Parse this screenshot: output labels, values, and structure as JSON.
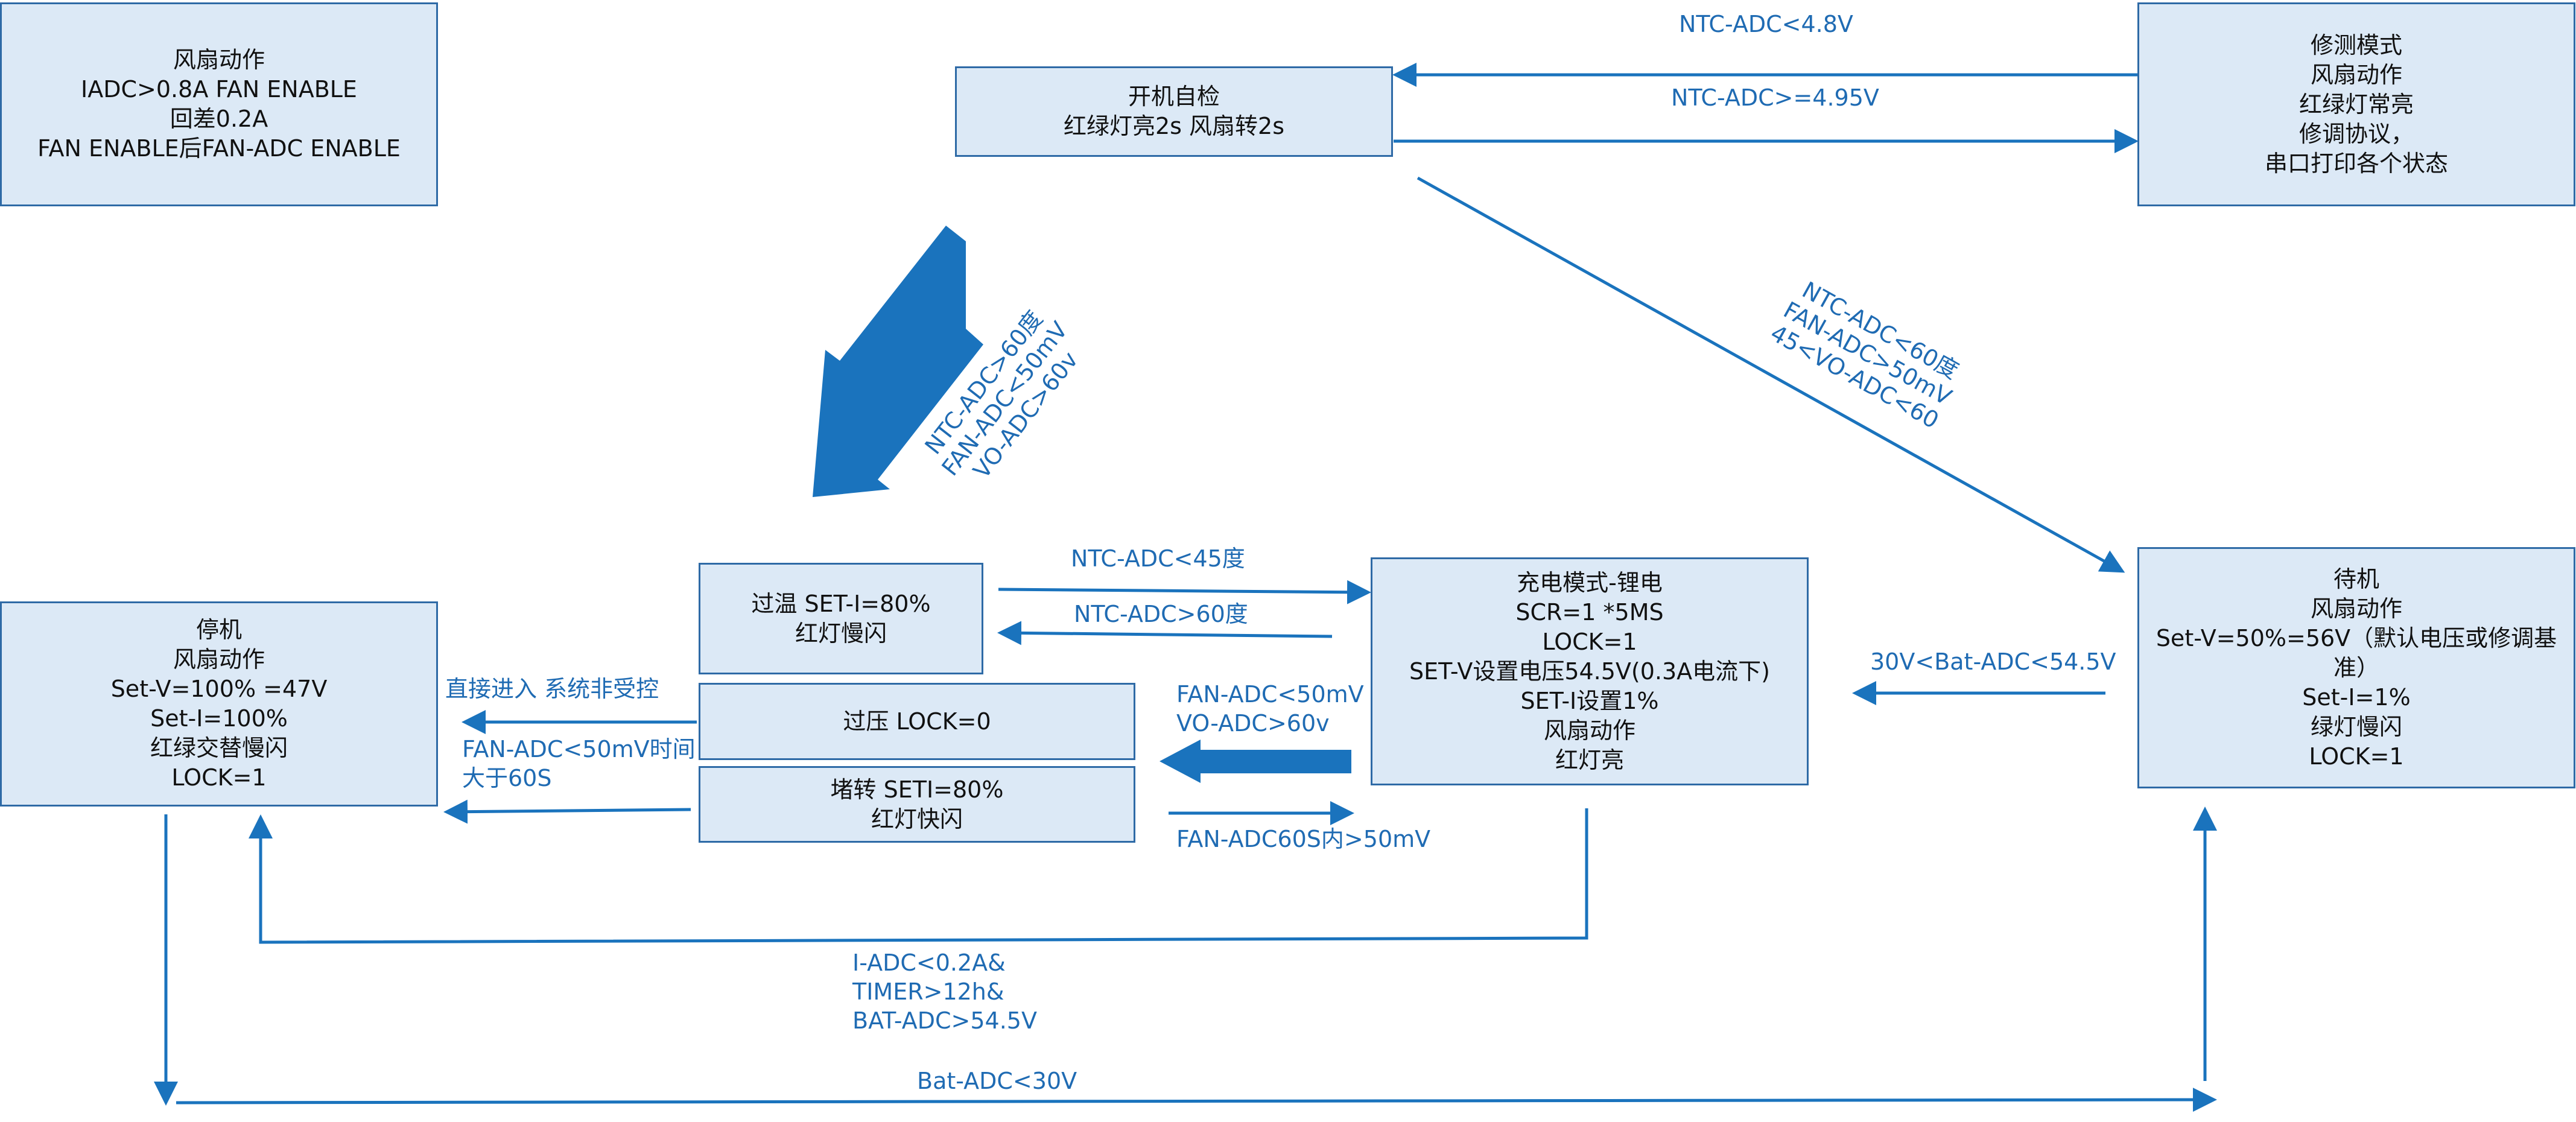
{
  "colors": {
    "box_fill": "#dce9f6",
    "box_border": "#2e6aa6",
    "arrow": "#1a73bd",
    "label_text": "#1f6bb3"
  },
  "boxes": {
    "fan_note": [
      "风扇动作",
      "IADC>0.8A FAN ENABLE",
      "回差0.2A",
      "FAN ENABLE后FAN-ADC ENABLE"
    ],
    "selfcheck": [
      "开机自检",
      "红绿灯亮2s 风扇转2s"
    ],
    "repair": [
      "修测模式",
      "风扇动作",
      "红绿灯常亮",
      "修调协议，",
      "串口打印各个状态"
    ],
    "overtemp": [
      "过温 SET-I=80%",
      "红灯慢闪"
    ],
    "charge": [
      "充电模式-锂电",
      "SCR=1 *5MS",
      "LOCK=1",
      "SET-V设置电压54.5V(0.3A电流下)",
      "SET-I设置1%",
      "风扇动作",
      "红灯亮"
    ],
    "standby": [
      "待机",
      "风扇动作",
      "Set-V=50%=56V（默认电压或修调基准）",
      "Set-I=1%",
      "绿灯慢闪",
      "LOCK=1"
    ],
    "stop": [
      "停机",
      "风扇动作",
      "Set-V=100% =47V",
      "Set-I=100%",
      "红绿交替慢闪",
      "LOCK=1"
    ],
    "overvolt": [
      "过压 LOCK=0"
    ],
    "stall": [
      "堵转 SETI=80%",
      "红灯快闪"
    ]
  },
  "labels": {
    "ntc_lt_48": "NTC-ADC<4.8V",
    "ntc_ge_495": "NTC-ADC>=4.95V",
    "selfcheck_to_standby": [
      "NTC-ADC<60度",
      "FAN-ADC>50mV",
      "45<VO-ADC<60"
    ],
    "selfcheck_to_stop": [
      "NTC-ADC>60度",
      "FAN-ADC<50mV",
      "VO-ADC>60v"
    ],
    "ntc_lt_45": "NTC-ADC<45度",
    "ntc_gt_60": "NTC-ADC>60度",
    "fan_vo": [
      "FAN-ADC<50mV",
      "VO-ADC>60v"
    ],
    "fan_60s": "FAN-ADC60S内>50mV",
    "bat_range": "30V<Bat-ADC<54.5V",
    "direct_enter": "直接进入 系统非受控",
    "fan_timeout": [
      "FAN-ADC<50mV时间",
      "大于60S"
    ],
    "charge_done": [
      "I-ADC<0.2A&",
      "TIMER>12h&",
      "BAT-ADC>54.5V"
    ],
    "bat_lt_30": "Bat-ADC<30V"
  }
}
